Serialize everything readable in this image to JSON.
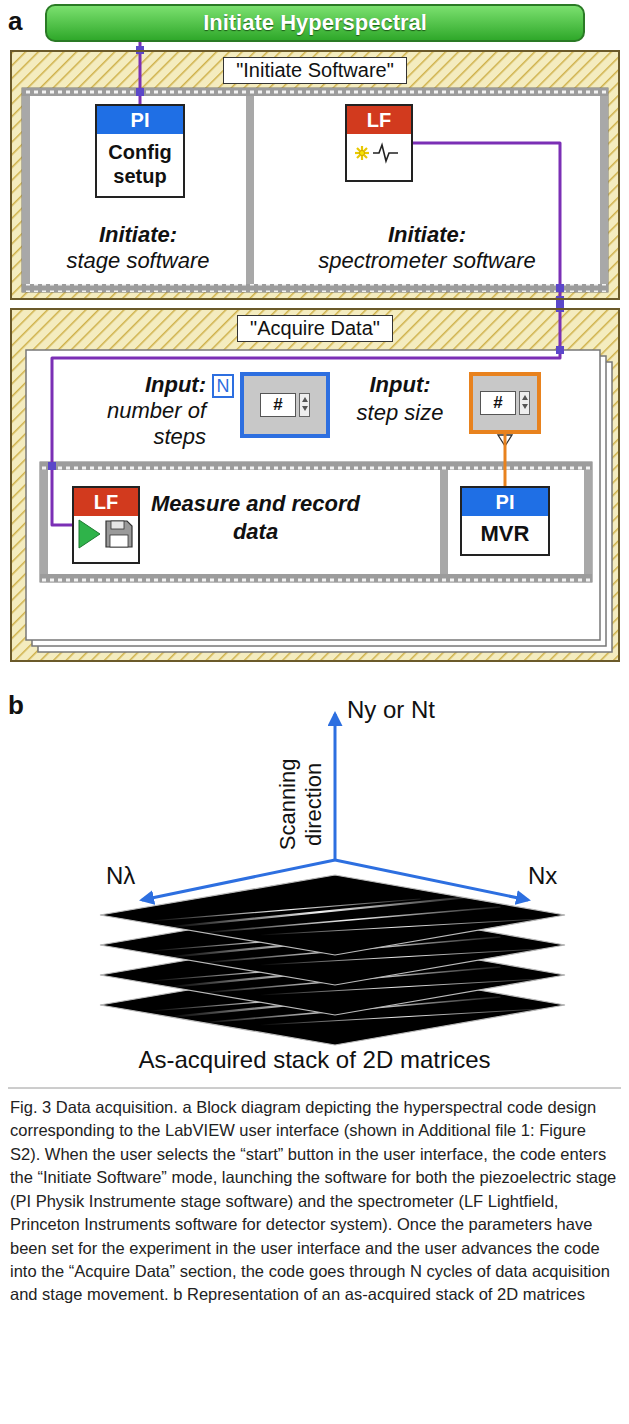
{
  "diagram": {
    "caption": "Fig. 3 Data acquisition. a Block diagram depicting the hyperspectral code design corresponding to the LabVIEW user interface (shown in Additional file 1: Figure S2). When the user selects the “start” button in the user interface, the code enters the “Initiate Software” mode, launching the software for both the piezoelectric stage (PI Physik Instrumente stage software) and the spectrometer (LF Lightfield, Princeton Instruments software for detector system). Once the parameters have been set for the experiment in the user interface and the user advances the code into the “Acquire Data” section, the code goes through N cycles of data acquisition and stage movement. b Representation of an as-acquired stack of 2D matrices",
    "nodes": [
      {
        "text": [
          "Initiate Hyperspectral"
        ]
      },
      {
        "text": [
          "\"Initiate Software\""
        ]
      },
      {
        "text": [
          "Initiate:",
          "stage software"
        ],
        "in": 1
      },
      {
        "text": [
          "PI",
          "Config setup"
        ],
        "in": 2
      },
      {
        "text": [
          "Initiate:",
          "spectrometer software"
        ],
        "in": 1
      },
      {
        "text": [
          "LF"
        ],
        "in": 4
      },
      {
        "text": [
          "\"Acquire Data\""
        ]
      },
      {
        "text": [
          "N"
        ],
        "in": 6
      },
      {
        "text": [
          "#"
        ],
        "in": 6
      },
      {
        "text": [
          "#"
        ],
        "in": 6
      },
      {
        "text": [
          "Measure and record data"
        ],
        "in": 6
      },
      {
        "text": [
          "LF"
        ],
        "in": 10
      },
      {
        "text": [
          "PI",
          "MVR"
        ],
        "in": 6
      }
    ],
    "edges": [
      {
        "from": 0,
        "to": 3,
        "arrow": "none"
      },
      {
        "from": 5,
        "to": 11,
        "arrow": "none"
      },
      {
        "from": 9,
        "to": 12,
        "arrow": "none"
      }
    ],
    "labels": [
      "a",
      "Input:",
      "number of steps",
      "Input:",
      "step size",
      "b",
      "Ny or Nt",
      "Scanning direction",
      "Nλ",
      "Nx",
      "As-acquired stack of 2D matrices"
    ]
  }
}
